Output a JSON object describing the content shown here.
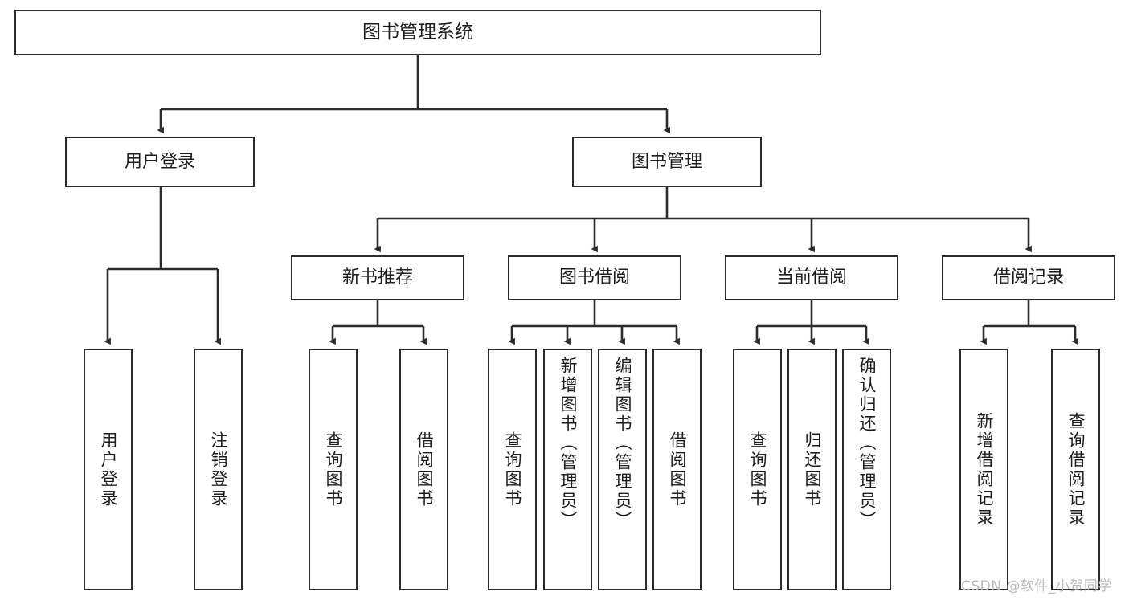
{
  "diagram": {
    "title": "图书管理系统",
    "type": "tree",
    "watermark": "CSDN @软件_小贺同学",
    "colors": {
      "box_border": "#2b2b2b",
      "box_fill": "#ffffff",
      "connector": "#2b2b2b",
      "text": "#1d1d1d",
      "watermark": "#b9b9b9"
    },
    "nodes": {
      "root": {
        "label": "图书管理系统"
      },
      "level1": [
        {
          "id": "user-login",
          "label": "用户登录"
        },
        {
          "id": "book-manage",
          "label": "图书管理"
        }
      ],
      "level2": [
        {
          "id": "new-book-recommend",
          "label": "新书推荐",
          "parent": "book-manage"
        },
        {
          "id": "book-borrow",
          "label": "图书借阅",
          "parent": "book-manage"
        },
        {
          "id": "current-borrow",
          "label": "当前借阅",
          "parent": "book-manage"
        },
        {
          "id": "borrow-record",
          "label": "借阅记录",
          "parent": "book-manage"
        }
      ],
      "leaves": [
        {
          "id": "leaf-user-login",
          "label": "用户登录",
          "parent": "user-login"
        },
        {
          "id": "leaf-logout-login",
          "label": "注销登录",
          "parent": "user-login"
        },
        {
          "id": "leaf-query-book-1",
          "label": "查询图书",
          "parent": "new-book-recommend"
        },
        {
          "id": "leaf-borrow-book-1",
          "label": "借阅图书",
          "parent": "new-book-recommend"
        },
        {
          "id": "leaf-query-book-2",
          "label": "查询图书",
          "parent": "book-borrow"
        },
        {
          "id": "leaf-add-book",
          "label": "新增图书（管理员）",
          "parent": "book-borrow"
        },
        {
          "id": "leaf-edit-book",
          "label": "编辑图书（管理员）",
          "parent": "book-borrow"
        },
        {
          "id": "leaf-borrow-book-2",
          "label": "借阅图书",
          "parent": "book-borrow"
        },
        {
          "id": "leaf-query-book-3",
          "label": "查询图书",
          "parent": "current-borrow"
        },
        {
          "id": "leaf-return-book",
          "label": "归还图书",
          "parent": "current-borrow"
        },
        {
          "id": "leaf-confirm-return",
          "label": "确认归还（管理员）",
          "parent": "current-borrow"
        },
        {
          "id": "leaf-add-record",
          "label": "新增借阅记录",
          "parent": "borrow-record"
        },
        {
          "id": "leaf-query-record",
          "label": "查询借阅记录",
          "parent": "borrow-record"
        }
      ]
    }
  }
}
